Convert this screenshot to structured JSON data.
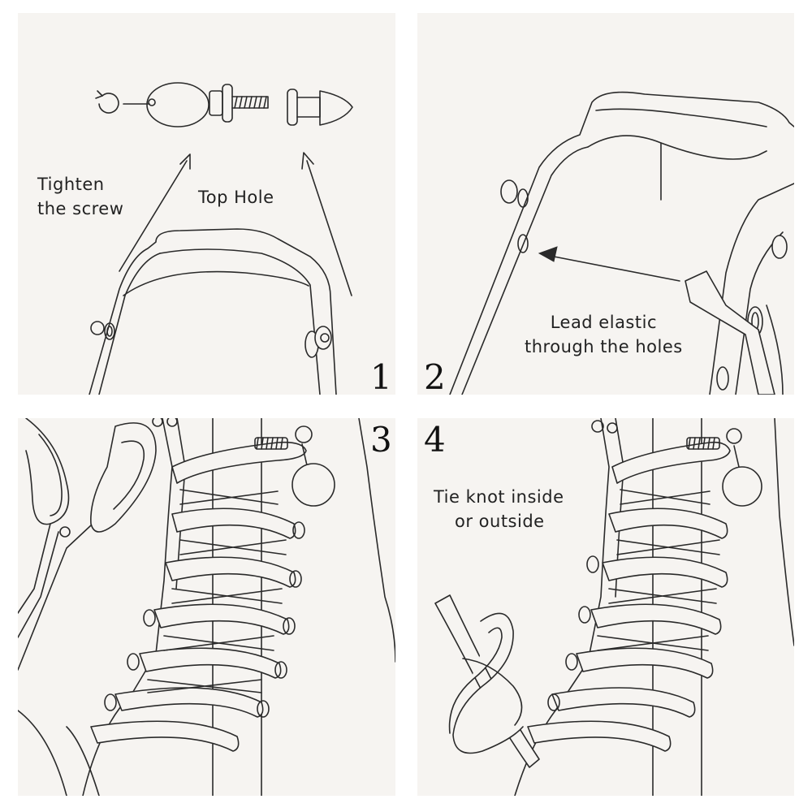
{
  "steps": [
    {
      "number": "1",
      "caption_lines": [
        "Tighten",
        "the screw"
      ],
      "label": "Top Hole"
    },
    {
      "number": "2",
      "caption_lines": [
        "Lead  elastic",
        "through the holes"
      ]
    },
    {
      "number": "3"
    },
    {
      "number": "4",
      "caption_lines": [
        "Tie knot inside",
        "or outside"
      ]
    }
  ],
  "colors": {
    "panel_bg": "#f6f4f1",
    "ink": "#2a2a2a",
    "page_bg": "#ffffff"
  },
  "icons": [
    "rotate-icon",
    "screw-icon",
    "cap-icon",
    "scissors-icon",
    "knot-icon"
  ]
}
